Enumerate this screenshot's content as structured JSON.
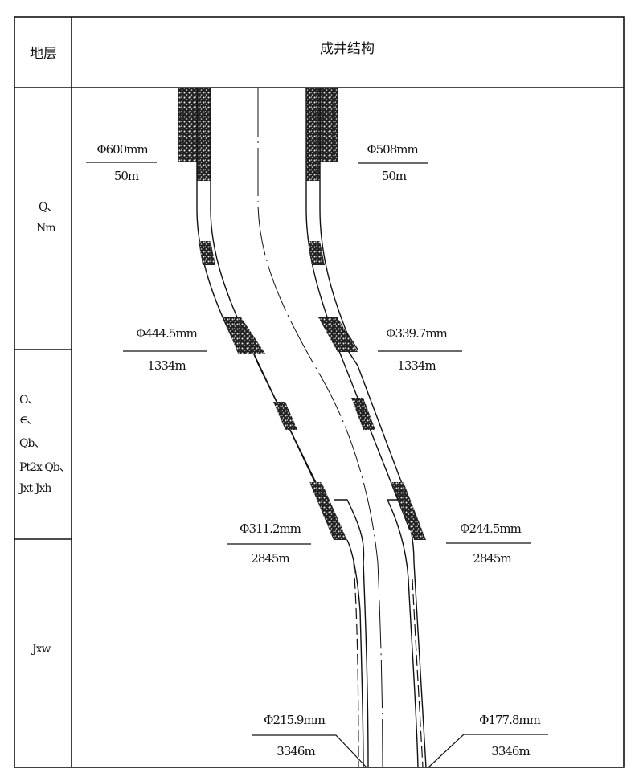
{
  "header": {
    "strata_label": "地层",
    "structure_label": "成井结构"
  },
  "strata": [
    {
      "lines": [
        "Q、",
        "Nm"
      ]
    },
    {
      "lines": [
        "O、",
        "∈、",
        "Qb、",
        "Pt2x-Qb、",
        "Jxt-Jxh"
      ]
    },
    {
      "lines": [
        "Jxw"
      ]
    }
  ],
  "annotations": [
    {
      "diameter": "Φ600mm",
      "depth": "50m"
    },
    {
      "diameter": "Φ508mm",
      "depth": "50m"
    },
    {
      "diameter": "Φ444.5mm",
      "depth": "1334m"
    },
    {
      "diameter": "Φ339.7mm",
      "depth": "1334m"
    },
    {
      "diameter": "Φ311.2mm",
      "depth": "2845m"
    },
    {
      "diameter": "Φ244.5mm",
      "depth": "2845m"
    },
    {
      "diameter": "Φ215.9mm",
      "depth": "3346m"
    },
    {
      "diameter": "Φ177.8mm",
      "depth": "3346m"
    }
  ]
}
